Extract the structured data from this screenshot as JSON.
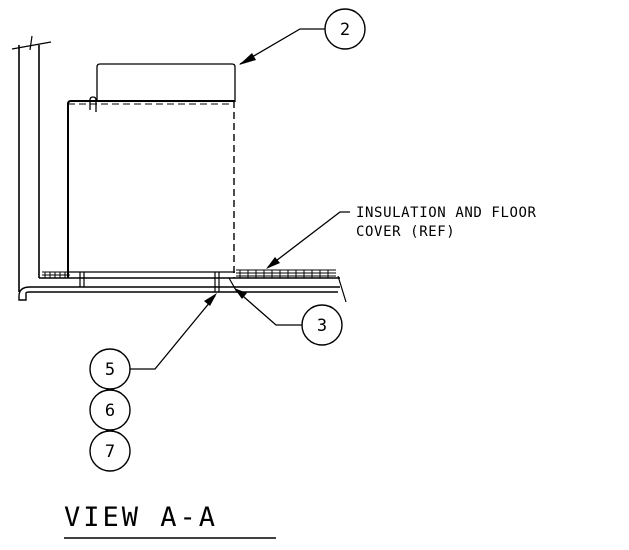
{
  "view": {
    "title": "VIEW A-A"
  },
  "note": {
    "line1": "INSULATION AND FLOOR",
    "line2": "COVER (REF)"
  },
  "callouts": [
    {
      "id": "2",
      "label": "2"
    },
    {
      "id": "3",
      "label": "3"
    },
    {
      "id": "5",
      "label": "5"
    },
    {
      "id": "6",
      "label": "6"
    },
    {
      "id": "7",
      "label": "7"
    }
  ],
  "colors": {
    "ink": "#000000",
    "paper": "#ffffff"
  }
}
